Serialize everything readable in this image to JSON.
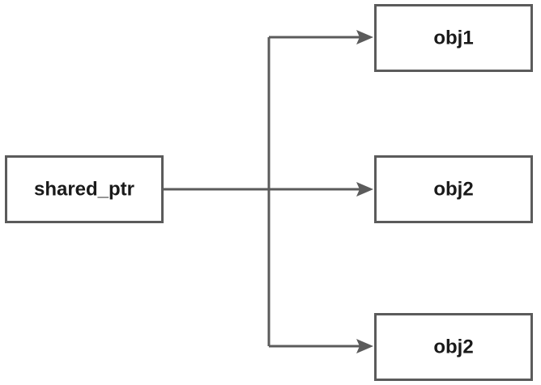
{
  "diagram": {
    "source": {
      "label": "shared_ptr"
    },
    "targets": [
      {
        "label": "obj1"
      },
      {
        "label": "obj2"
      },
      {
        "label": "obj2"
      }
    ],
    "colors": {
      "stroke": "#5b5b5b",
      "text": "#1a1a1a",
      "background": "#ffffff"
    }
  }
}
